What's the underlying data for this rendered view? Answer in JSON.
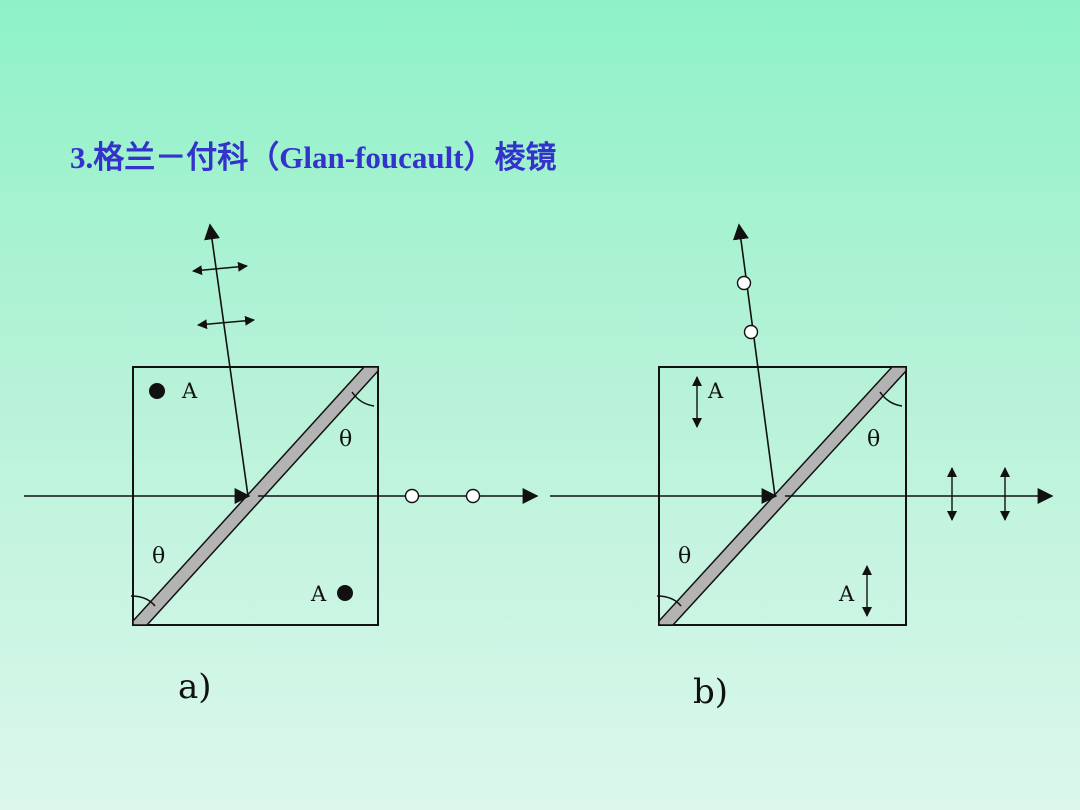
{
  "title": "3.格兰－付科（Glan-foucault）棱镜",
  "panel_a": {
    "caption": "a)",
    "theta_top": "θ",
    "theta_bottom": "θ",
    "label_top": "A",
    "label_bottom": "A"
  },
  "panel_b": {
    "caption": "b)",
    "theta_top": "θ",
    "theta_bottom": "θ",
    "label_top": "A",
    "label_bottom": "A"
  },
  "colors": {
    "title": "#3333cc",
    "gap": "#b3b3b3",
    "line": "#111111"
  }
}
